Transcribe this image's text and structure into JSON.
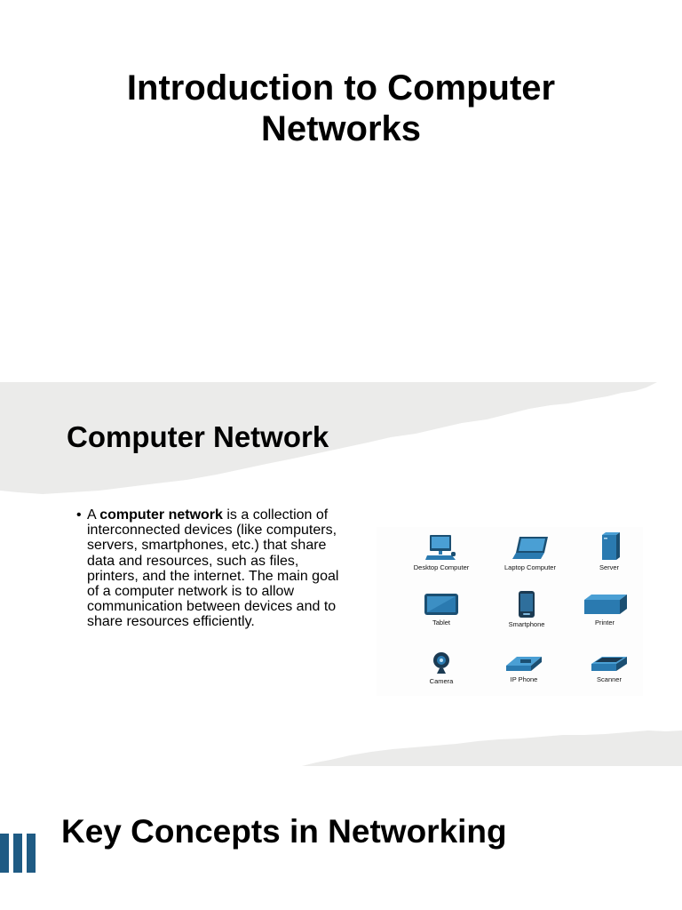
{
  "title_slide": {
    "title_line1": "Introduction to Computer",
    "title_line2": "Networks"
  },
  "computer_network_slide": {
    "heading": "Computer Network",
    "bullet": {
      "prefix": "A ",
      "bold": "computer network",
      "suffix": " is a collection of interconnected devices (like computers, servers, smartphones, etc.) that share data and resources, such as files, printers, and the internet. The main goal of a computer network is to allow communication between devices and to share resources efficiently."
    },
    "devices": [
      {
        "label": "Desktop Computer",
        "icon": "desktop-computer-icon"
      },
      {
        "label": "Laptop Computer",
        "icon": "laptop-computer-icon"
      },
      {
        "label": "Server",
        "icon": "server-icon"
      },
      {
        "label": "Tablet",
        "icon": "tablet-icon"
      },
      {
        "label": "Smartphone",
        "icon": "smartphone-icon"
      },
      {
        "label": "Printer",
        "icon": "printer-icon"
      },
      {
        "label": "Camera",
        "icon": "camera-icon"
      },
      {
        "label": "IP Phone",
        "icon": "ip-phone-icon"
      },
      {
        "label": "Scanner",
        "icon": "scanner-icon"
      }
    ]
  },
  "key_concepts_slide": {
    "heading": "Key Concepts in Networking"
  },
  "colors": {
    "torn_paper": "#ebebea",
    "device_blue": "#2a7ab0",
    "device_dark": "#1b4f72",
    "accent_bar": "#1f5b84"
  }
}
